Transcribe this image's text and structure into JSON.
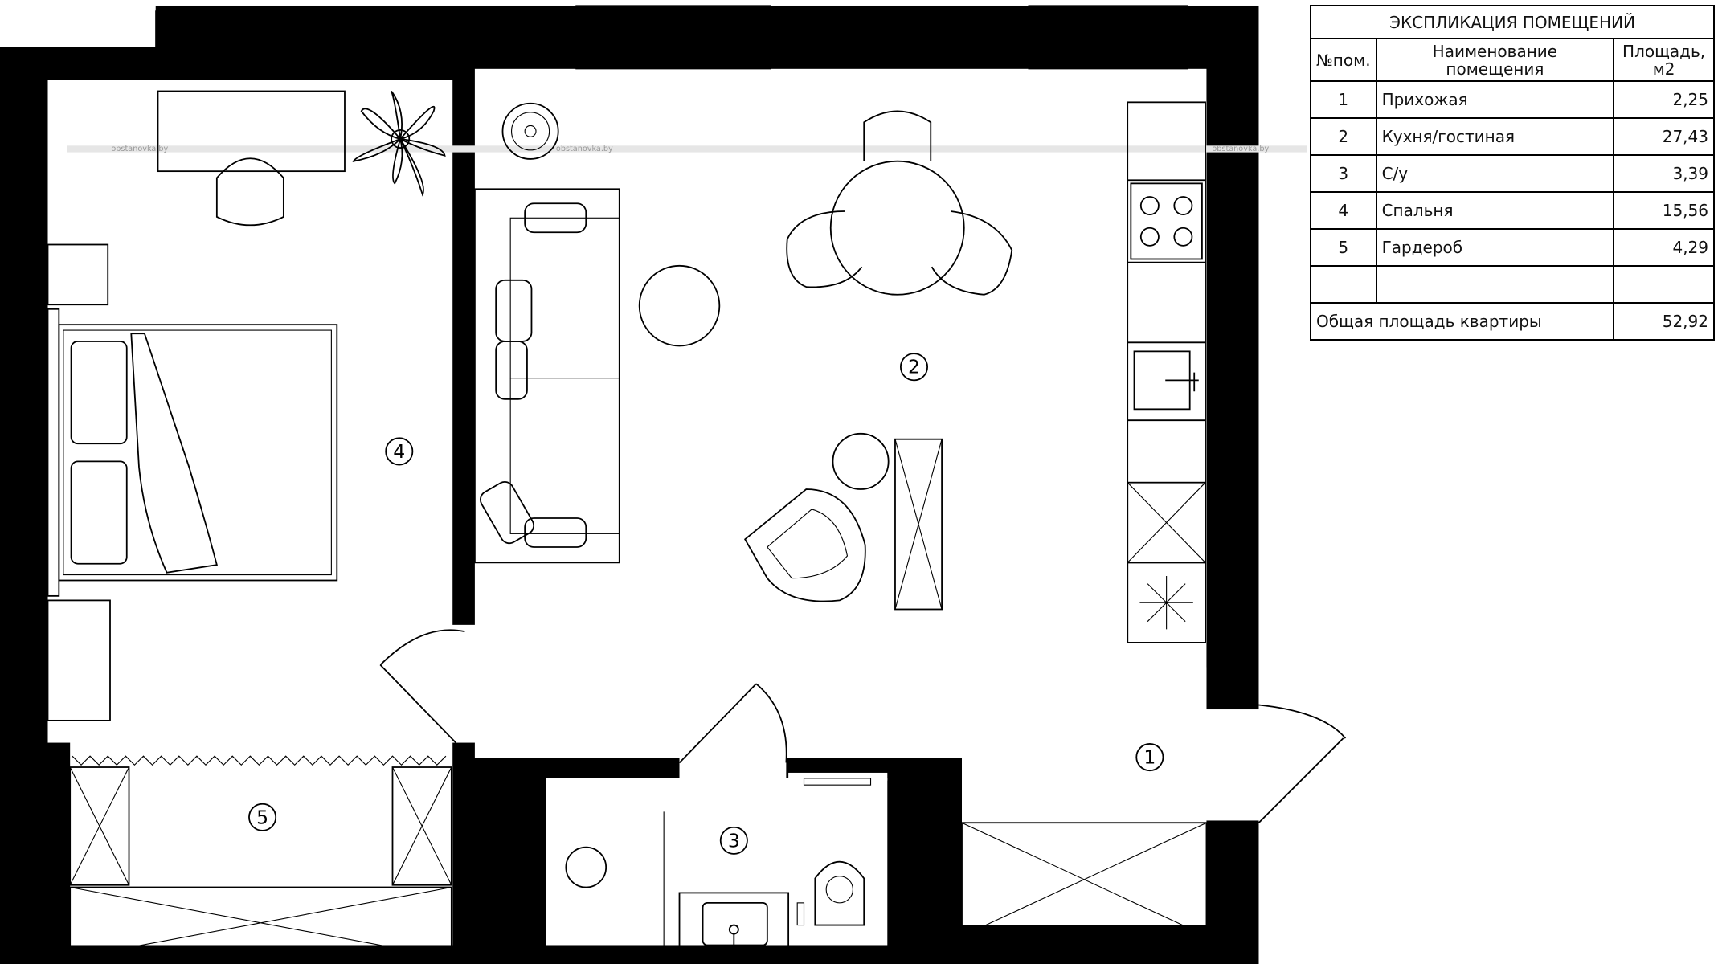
{
  "explication": {
    "title": "ЭКСПЛИКАЦИЯ ПОМЕЩЕНИЙ",
    "headers": {
      "number": "№пом.",
      "name": "Наименование помещения",
      "area": "Площадь, м2"
    },
    "rows": [
      {
        "number": "1",
        "name": "Прихожая",
        "area": "2,25"
      },
      {
        "number": "2",
        "name": "Кухня/гостиная",
        "area": "27,43"
      },
      {
        "number": "3",
        "name": "С/у",
        "area": "3,39"
      },
      {
        "number": "4",
        "name": "Спальня",
        "area": "15,56"
      },
      {
        "number": "5",
        "name": "Гардероб",
        "area": "4,29"
      }
    ],
    "total_label": "Общая площадь квартиры",
    "total_area": "52,92"
  },
  "plan": {
    "room_labels": [
      "1",
      "2",
      "3",
      "4",
      "5"
    ],
    "watermark": "obstanovka.by"
  }
}
